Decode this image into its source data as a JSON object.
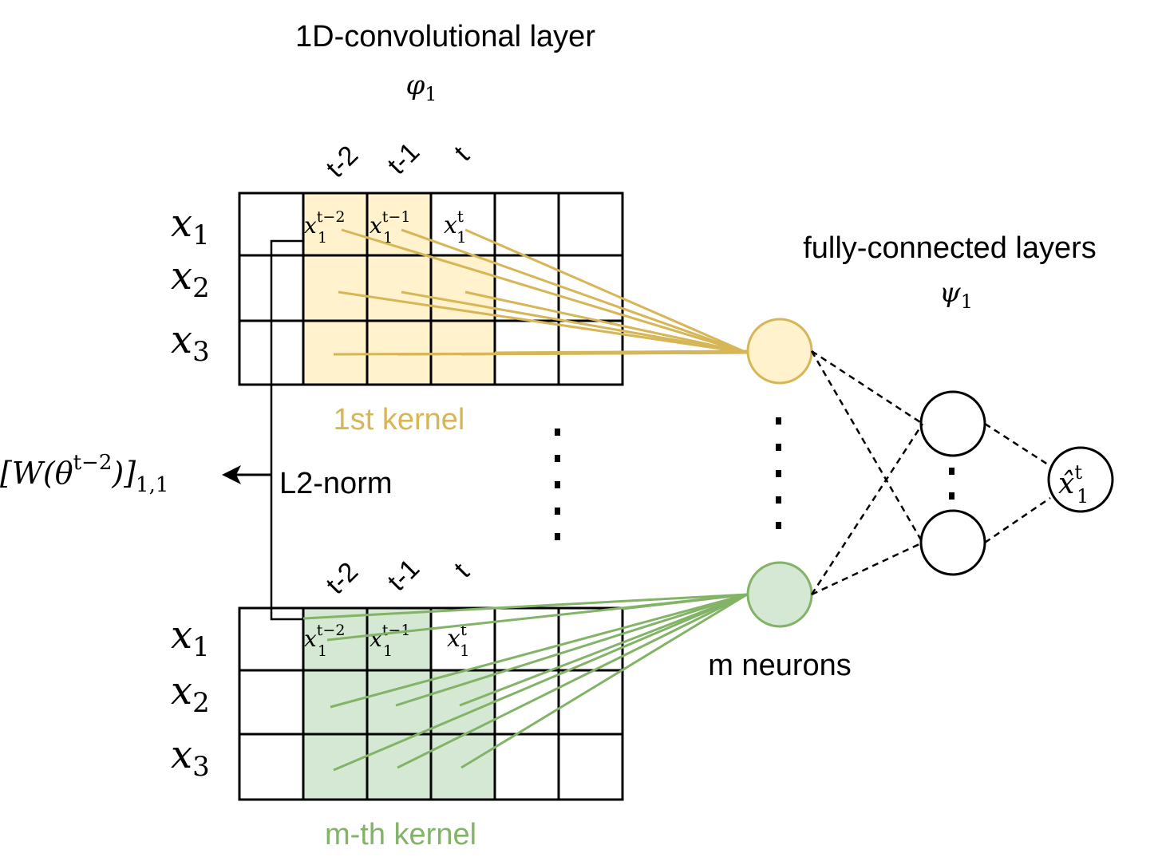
{
  "titles": {
    "conv_layer": "1D-convolutional layer",
    "conv_symbol": "φ",
    "conv_symbol_sub": "1",
    "fc_layer": "fully-connected layers",
    "fc_symbol": "ψ",
    "fc_symbol_sub": "1"
  },
  "time_labels": [
    "t-2",
    "t-1",
    "t"
  ],
  "rows": [
    {
      "var": "x",
      "sub": "1"
    },
    {
      "var": "x",
      "sub": "2"
    },
    {
      "var": "x",
      "sub": "3"
    }
  ],
  "cells": [
    {
      "var": "x",
      "sub": "1",
      "sup": "t−2"
    },
    {
      "var": "x",
      "sub": "1",
      "sup": "t−1"
    },
    {
      "var": "x",
      "sub": "1",
      "sup": "t"
    }
  ],
  "kernels": {
    "first": "1st kernel",
    "mth": "m-th kernel"
  },
  "neurons_label": "m neurons",
  "norm": {
    "label": "L2-norm",
    "weight_open": "[W(θ",
    "weight_sup": "t−2",
    "weight_close": ")]",
    "weight_sub": "1,1"
  },
  "output": {
    "var": "x̂",
    "sub": "1",
    "sup": "t"
  },
  "colors": {
    "yellow_fill": "#fff2cc",
    "yellow_line": "#d6b656",
    "yellow_text": "#d6b656",
    "green_fill": "#d5e8d4",
    "green_line": "#82b366",
    "green_text": "#82b366",
    "black": "#000000"
  }
}
